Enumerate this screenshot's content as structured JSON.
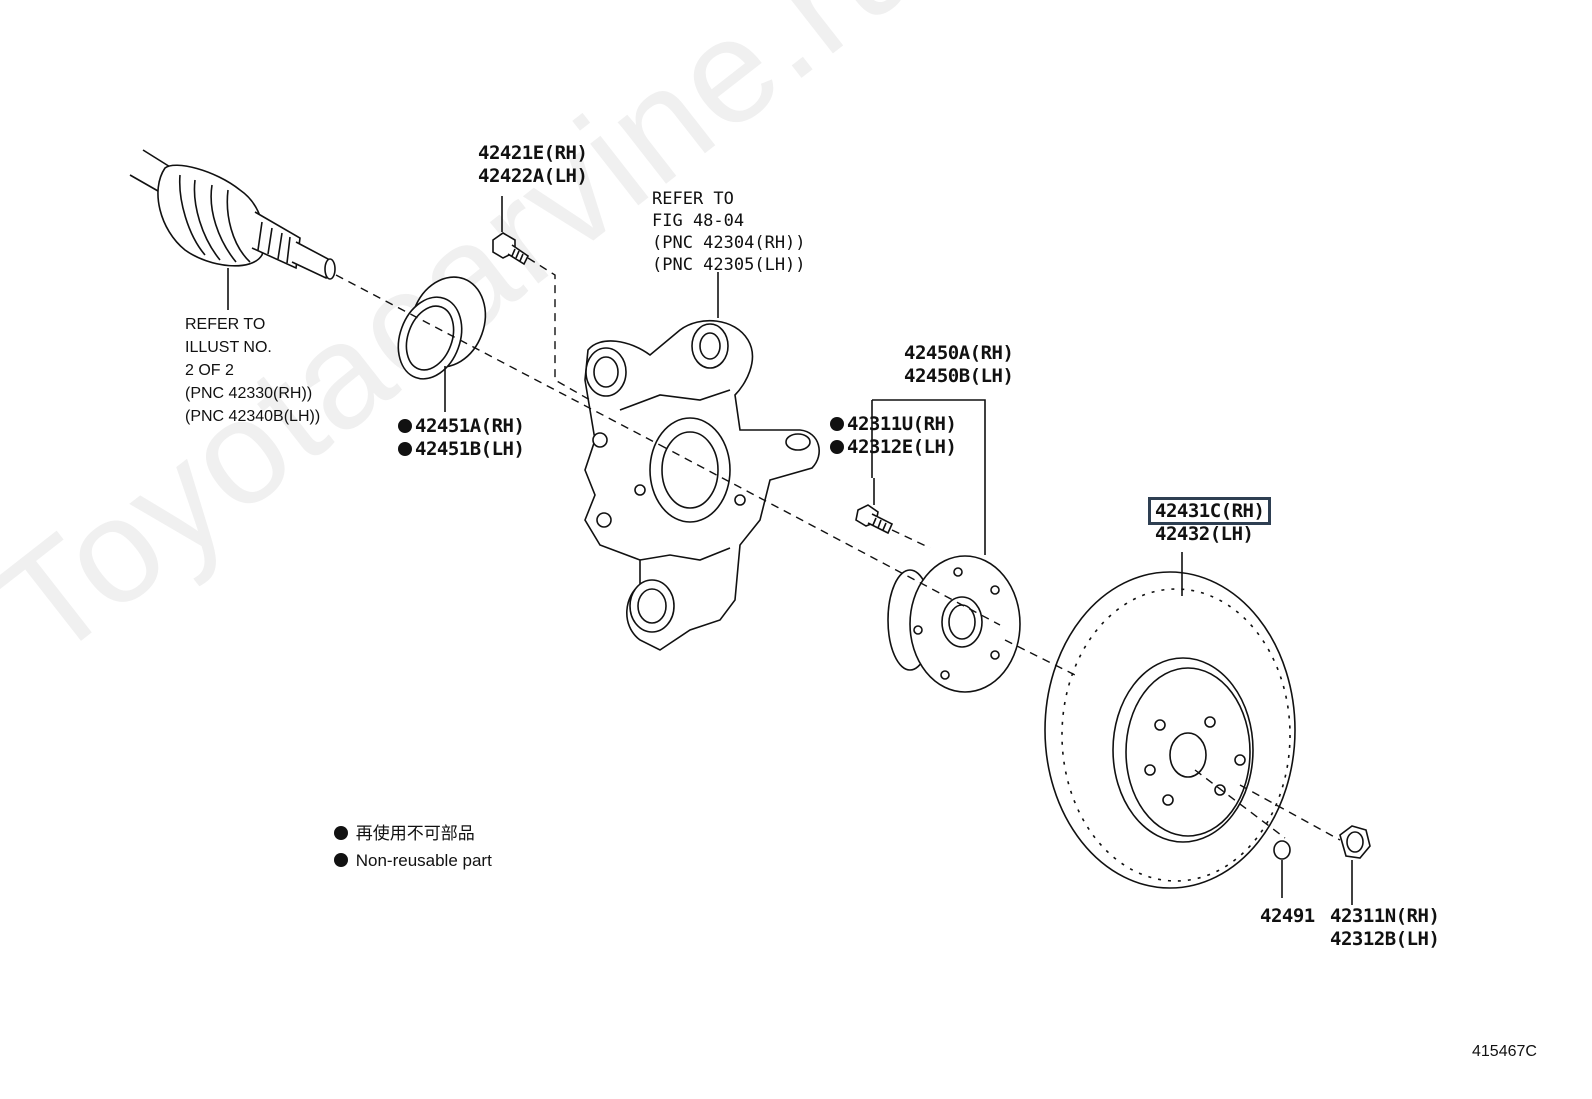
{
  "watermark": "Toyotacarvine.ru",
  "figure_code": "415467C",
  "labels": {
    "bolt_top": [
      "42421E(RH)",
      "42422A(LH)"
    ],
    "refer_fig": [
      "REFER TO",
      "FIG 48-04",
      "(PNC 42304(RH))",
      "(PNC 42305(LH))"
    ],
    "refer_illust": [
      "REFER TO",
      "ILLUST NO.",
      "2 OF 2",
      "(PNC 42330(RH))",
      "(PNC 42340B(LH))"
    ],
    "seal": [
      "42451A(RH)",
      "42451B(LH)"
    ],
    "hub": [
      "42450A(RH)",
      "42450B(LH)"
    ],
    "hub_bolt": [
      "42311U(RH)",
      "42312E(LH)"
    ],
    "disc_rh": "42431C(RH)",
    "disc_lh": "42432(LH)",
    "plug": "42491",
    "nut": [
      "42311N(RH)",
      "42312B(LH)"
    ]
  },
  "legend": {
    "jp": "再使用不可部品",
    "en": "Non-reusable part"
  }
}
